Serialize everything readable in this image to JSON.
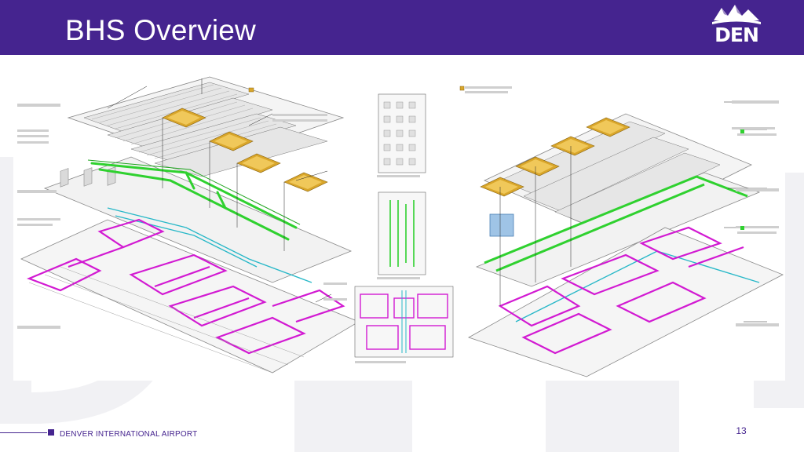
{
  "slide": {
    "title": "BHS Overview",
    "logo_text": "DEN",
    "footer_text": "DENVER INTERNATIONAL AIRPORT",
    "page_number": "13"
  },
  "colors": {
    "header": "#45248f",
    "accent_green": "#2fd12f",
    "accent_magenta": "#d21ad2",
    "accent_cyan": "#28b8c8",
    "accent_gold": "#d9a62a"
  },
  "figure": {
    "icons": [
      "den-logo-icon",
      "bhs-3d-composite-drawing"
    ]
  }
}
